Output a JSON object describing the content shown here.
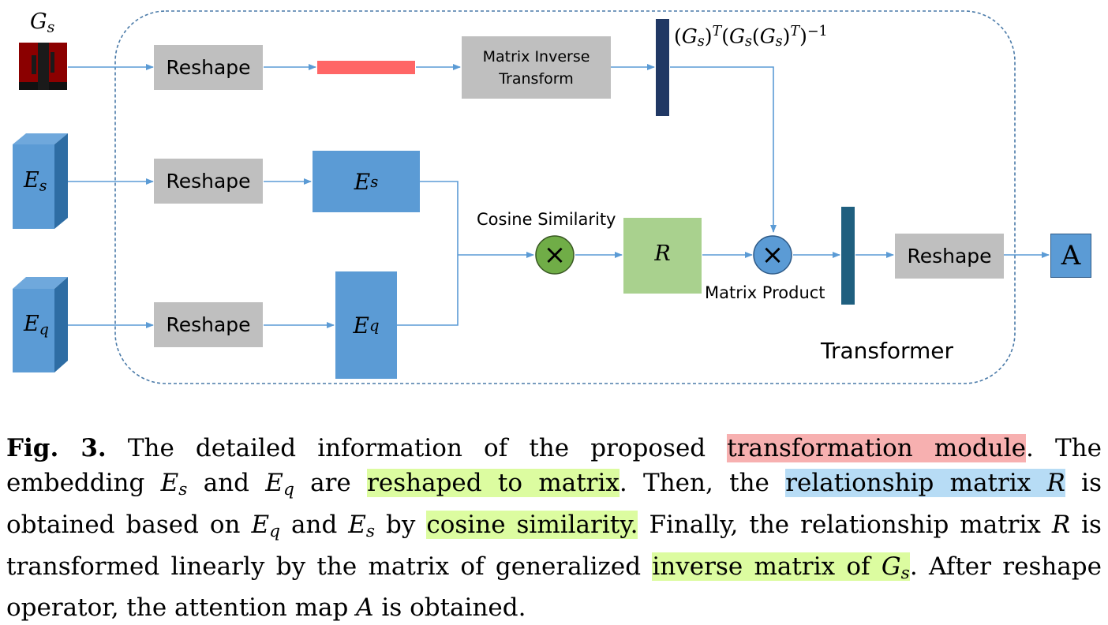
{
  "inputs": {
    "gs_label": "G",
    "gs_sub": "s",
    "es_label": "E",
    "es_sub": "s",
    "eq_label": "E",
    "eq_sub": "q"
  },
  "boxes": {
    "reshape_1": "Reshape",
    "reshape_2": "Reshape",
    "reshape_3": "Reshape",
    "reshape_out": "Reshape",
    "matrix_inverse_line1": "Matrix Inverse",
    "matrix_inverse_line2": "Transform",
    "es_box": "E",
    "es_box_sub": "s",
    "eq_box": "E",
    "eq_box_sub": "q",
    "r_box": "R",
    "output": "A"
  },
  "labels": {
    "formula": "(G_s)^T (G_s(G_s)^T)^{-1}",
    "cosine_similarity": "Cosine Similarity",
    "matrix_product": "Matrix Product",
    "transformer": "Transformer",
    "multiply_symbol": "×"
  },
  "caption": {
    "fig": "Fig. 3.",
    "t1": " The detailed information of the proposed ",
    "h1": "transformation module",
    "t2": ". The embedding ",
    "es": "E",
    "es_sub": "s",
    "t3": " and ",
    "eq": "E",
    "eq_sub": "q",
    "t4": " are ",
    "h2": "reshaped to matrix",
    "t5": ". Then, the ",
    "h3": "relationship matrix ",
    "h3_r": "R",
    "t6": " is obtained based on ",
    "eq2": "E",
    "eq2_sub": "q",
    "t7": " and ",
    "es2": "E",
    "es2_sub": "s",
    "t8": " by ",
    "h4": "cosine similarity.",
    "t9": " Finally, the relationship matrix ",
    "r2": "R",
    "t10": " is transformed linearly by the matrix of generalized ",
    "h5": "inverse matrix of ",
    "h5_g": "G",
    "h5_g_sub": "s",
    "t11": ". After reshape operator, the attention map ",
    "a": "A",
    "t12": " is obtained."
  },
  "colors": {
    "gray_box": "#bfbfbf",
    "blue_box": "#5b9bd5",
    "green_box": "#a9d18e",
    "red_bar": "#ff6666",
    "navy_bar": "#203864",
    "teal_bar": "#1f5f7f",
    "cosine_node": "#70ad47",
    "product_node": "#5b9bd5",
    "arrow": "#5b9bd5",
    "dashed_border": "#4a7aa8"
  }
}
